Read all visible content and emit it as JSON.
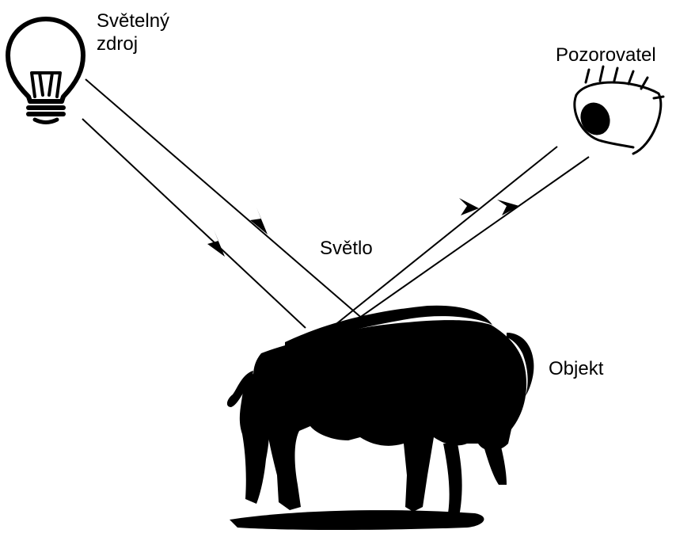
{
  "labels": {
    "source_line1": "Světelný",
    "source_line2": "zdroj",
    "observer": "Pozorovatel",
    "light": "Světlo",
    "object": "Objekt"
  },
  "icons": {
    "source": "light-bulb-icon",
    "observer": "eye-icon",
    "object": "bison-silhouette"
  },
  "colors": {
    "ink": "#000000",
    "background": "#ffffff"
  }
}
